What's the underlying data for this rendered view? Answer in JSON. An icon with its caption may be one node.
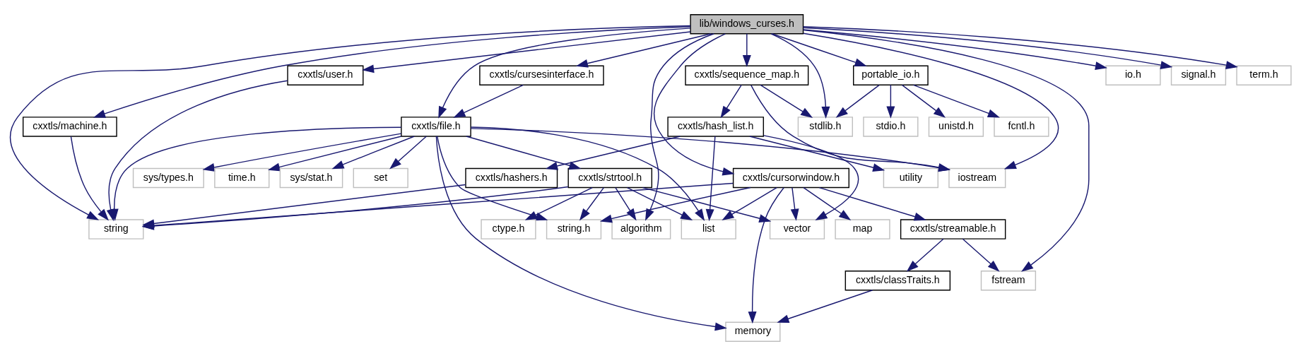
{
  "diagram": {
    "nodes": [
      {
        "text": [
          "lib/windows_curses.h"
        ]
      },
      {
        "text": [
          "cxxtls/machine.h"
        ]
      },
      {
        "text": [
          "cxxtls/cursesinterface.h"
        ]
      },
      {
        "text": [
          "cxxtls/sequence_map.h"
        ]
      },
      {
        "text": [
          "portable_io.h"
        ]
      },
      {
        "text": [
          "io.h"
        ]
      },
      {
        "text": [
          "signal.h"
        ]
      },
      {
        "text": [
          "term.h"
        ]
      },
      {
        "text": [
          "cxxtls/user.h"
        ]
      },
      {
        "text": [
          "cxxtls/hash_list.h"
        ]
      },
      {
        "text": [
          "cxxtls/file.h"
        ]
      },
      {
        "text": [
          "stdlib.h"
        ]
      },
      {
        "text": [
          "stdio.h"
        ]
      },
      {
        "text": [
          "unistd.h"
        ]
      },
      {
        "text": [
          "fcntl.h"
        ]
      },
      {
        "text": [
          "cxxtls/hashers.h"
        ]
      },
      {
        "text": [
          "cxxtls/cursorwindow.h"
        ]
      },
      {
        "text": [
          "cxxtls/strtool.h"
        ]
      },
      {
        "text": [
          "utility"
        ]
      },
      {
        "text": [
          "sys/types.h"
        ]
      },
      {
        "text": [
          "time.h"
        ]
      },
      {
        "text": [
          "sys/stat.h"
        ]
      },
      {
        "text": [
          "set"
        ]
      },
      {
        "text": [
          "iostream"
        ]
      },
      {
        "text": [
          "string"
        ]
      },
      {
        "text": [
          "vector"
        ]
      },
      {
        "text": [
          "string.h"
        ]
      },
      {
        "text": [
          "cxxtls/streamable.h"
        ]
      },
      {
        "text": [
          "map"
        ]
      },
      {
        "text": [
          "ctype.h"
        ]
      },
      {
        "text": [
          "list"
        ]
      },
      {
        "text": [
          "algorithm"
        ]
      },
      {
        "text": [
          "cxxtls/classTraits.h"
        ]
      },
      {
        "text": [
          "fstream"
        ]
      },
      {
        "text": [
          "memory"
        ]
      }
    ],
    "edges": [
      {
        "from": 0,
        "to": 24,
        "arrow": "to"
      },
      {
        "from": 0,
        "to": 8,
        "arrow": "to"
      },
      {
        "from": 0,
        "to": 16,
        "arrow": "to"
      },
      {
        "from": 0,
        "to": 1,
        "arrow": "to"
      },
      {
        "from": 0,
        "to": 10,
        "arrow": "to"
      },
      {
        "from": 0,
        "to": 2,
        "arrow": "to"
      },
      {
        "from": 0,
        "to": 3,
        "arrow": "to"
      },
      {
        "from": 0,
        "to": 33,
        "arrow": "to"
      },
      {
        "from": 0,
        "to": 23,
        "arrow": "to"
      },
      {
        "from": 0,
        "to": 11,
        "arrow": "to"
      },
      {
        "from": 0,
        "to": 4,
        "arrow": "to"
      },
      {
        "from": 0,
        "to": 31,
        "arrow": "to"
      },
      {
        "from": 0,
        "to": 5,
        "arrow": "to"
      },
      {
        "from": 0,
        "to": 6,
        "arrow": "to"
      },
      {
        "from": 0,
        "to": 7,
        "arrow": "to"
      },
      {
        "from": 1,
        "to": 24,
        "arrow": "to"
      },
      {
        "from": 2,
        "to": 10,
        "arrow": "to"
      },
      {
        "from": 3,
        "to": 9,
        "arrow": "to"
      },
      {
        "from": 3,
        "to": 11,
        "arrow": "to"
      },
      {
        "from": 3,
        "to": 23,
        "arrow": "to"
      },
      {
        "from": 4,
        "to": 11,
        "arrow": "to"
      },
      {
        "from": 4,
        "to": 12,
        "arrow": "to"
      },
      {
        "from": 4,
        "to": 13,
        "arrow": "to"
      },
      {
        "from": 4,
        "to": 14,
        "arrow": "to"
      },
      {
        "from": 8,
        "to": 24,
        "arrow": "to"
      },
      {
        "from": 9,
        "to": 15,
        "arrow": "to"
      },
      {
        "from": 9,
        "to": 25,
        "arrow": "to"
      },
      {
        "from": 9,
        "to": 18,
        "arrow": "to"
      },
      {
        "from": 9,
        "to": 30,
        "arrow": "to"
      },
      {
        "from": 10,
        "to": 24,
        "arrow": "to"
      },
      {
        "from": 10,
        "to": 26,
        "arrow": "to"
      },
      {
        "from": 10,
        "to": 17,
        "arrow": "to"
      },
      {
        "from": 10,
        "to": 30,
        "arrow": "to"
      },
      {
        "from": 10,
        "to": 34,
        "arrow": "to"
      },
      {
        "from": 10,
        "to": 19,
        "arrow": "to"
      },
      {
        "from": 10,
        "to": 20,
        "arrow": "to"
      },
      {
        "from": 10,
        "to": 21,
        "arrow": "to"
      },
      {
        "from": 10,
        "to": 22,
        "arrow": "to"
      },
      {
        "from": 10,
        "to": 23,
        "arrow": "to"
      },
      {
        "from": 15,
        "to": 24,
        "arrow": "to"
      },
      {
        "from": 16,
        "to": 24,
        "arrow": "to"
      },
      {
        "from": 16,
        "to": 25,
        "arrow": "to"
      },
      {
        "from": 16,
        "to": 26,
        "arrow": "to"
      },
      {
        "from": 16,
        "to": 27,
        "arrow": "to"
      },
      {
        "from": 16,
        "to": 28,
        "arrow": "to"
      },
      {
        "from": 16,
        "to": 30,
        "arrow": "to"
      },
      {
        "from": 16,
        "to": 34,
        "arrow": "to"
      },
      {
        "from": 17,
        "to": 24,
        "arrow": "to"
      },
      {
        "from": 17,
        "to": 25,
        "arrow": "to"
      },
      {
        "from": 17,
        "to": 26,
        "arrow": "to"
      },
      {
        "from": 17,
        "to": 29,
        "arrow": "to"
      },
      {
        "from": 17,
        "to": 30,
        "arrow": "to"
      },
      {
        "from": 17,
        "to": 31,
        "arrow": "to"
      },
      {
        "from": 27,
        "to": 32,
        "arrow": "to"
      },
      {
        "from": 27,
        "to": 33,
        "arrow": "to"
      },
      {
        "from": 32,
        "to": 34,
        "arrow": "to"
      }
    ]
  }
}
